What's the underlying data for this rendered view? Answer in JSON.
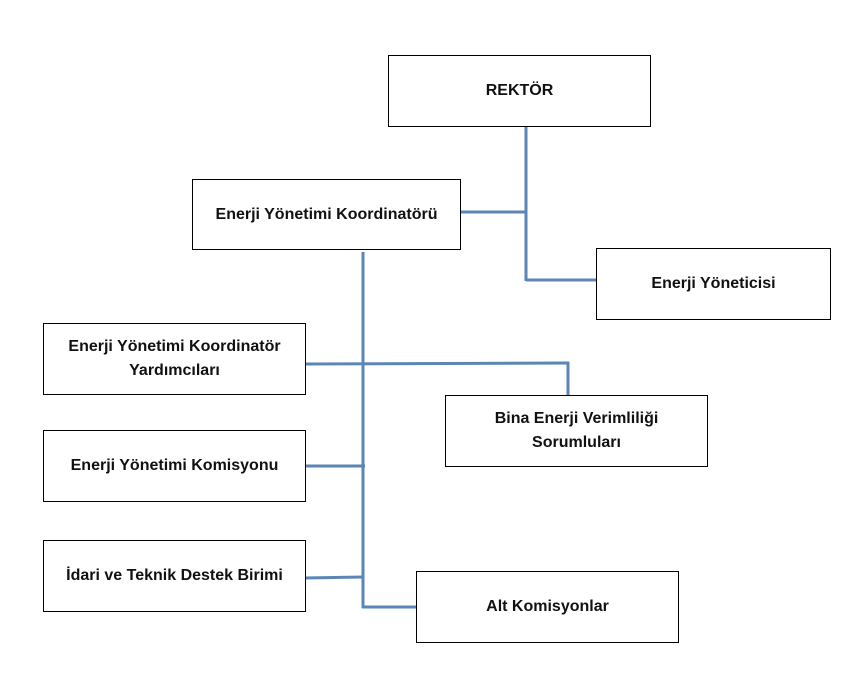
{
  "diagram": {
    "type": "organization-chart",
    "line_color": "#5b86b6",
    "nodes": {
      "rektor": "REKTÖR",
      "coordinator": "Enerji Yönetimi Koordinatörü",
      "energy_manager": "Enerji Yöneticisi",
      "assistant_coordinators": "Enerji Yönetimi Koordinatör Yardımcıları",
      "building_efficiency": "Bina Enerji Verimliliği Sorumluları",
      "commission": "Enerji Yönetimi Komisyonu",
      "support_unit": "İdari ve Teknik Destek Birimi",
      "sub_commissions": "Alt Komisyonlar"
    },
    "edges": [
      [
        "rektor",
        "coordinator"
      ],
      [
        "rektor",
        "energy_manager"
      ],
      [
        "coordinator",
        "assistant_coordinators"
      ],
      [
        "coordinator",
        "building_efficiency"
      ],
      [
        "coordinator",
        "commission"
      ],
      [
        "coordinator",
        "support_unit"
      ],
      [
        "coordinator",
        "sub_commissions"
      ]
    ]
  }
}
